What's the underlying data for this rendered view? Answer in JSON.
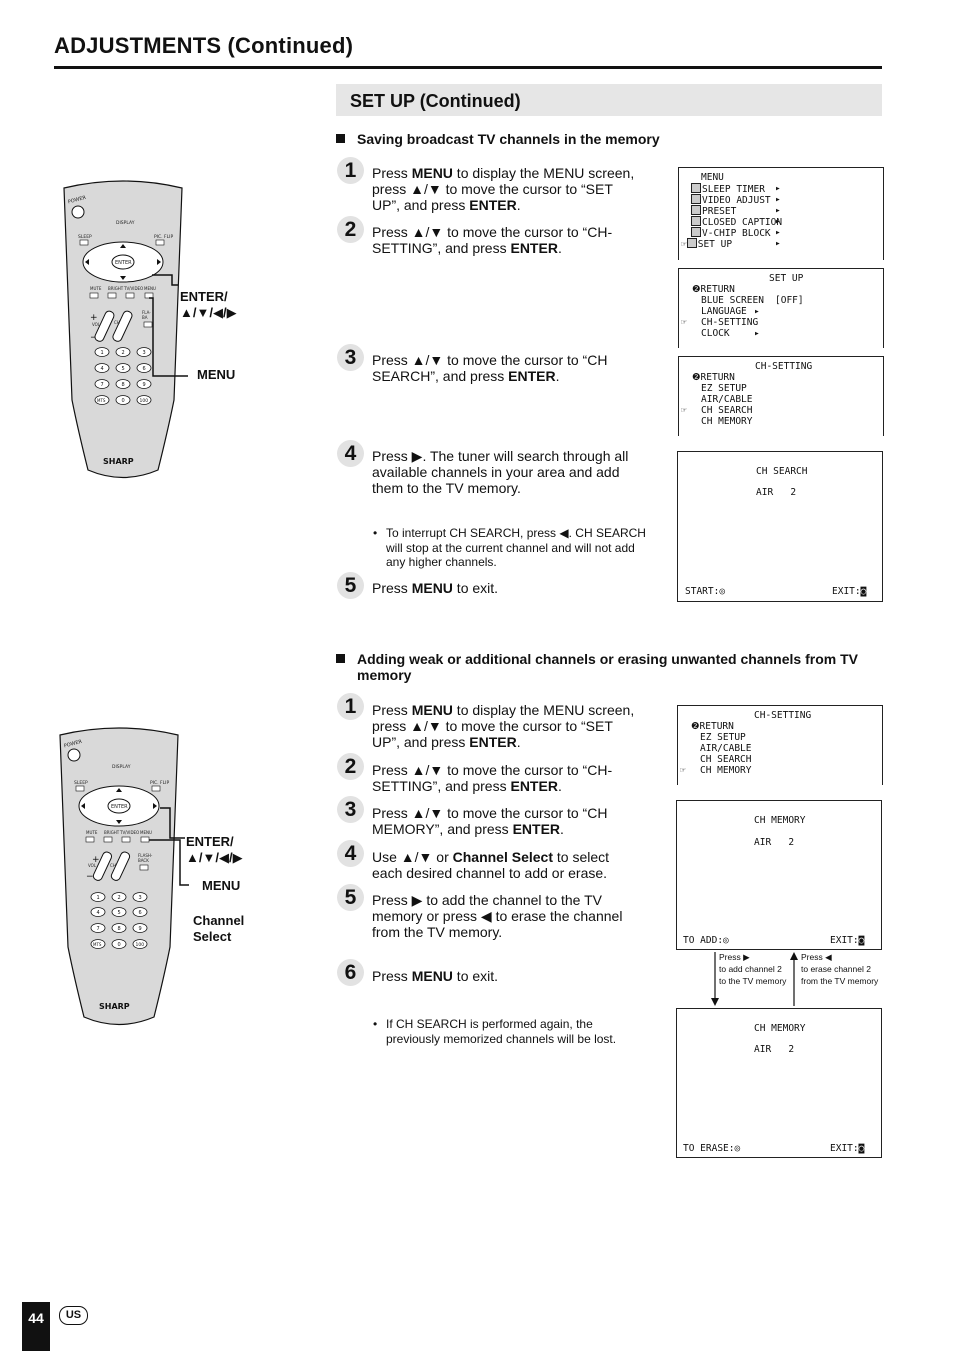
{
  "header": {
    "title": "ADJUSTMENTS (Continued)"
  },
  "section": {
    "title": "SET UP (Continued)"
  },
  "part1": {
    "heading": "Saving broadcast TV channels in the memory",
    "steps": [
      {
        "num": "1",
        "a": "Press ",
        "b": "MENU",
        "c": " to display the MENU screen, press ▲/▼ to move the cursor to “SET UP”, and press ",
        "d": "ENTER",
        "e": "."
      },
      {
        "num": "2",
        "a": "Press ▲/▼ to move the cursor to “CH-SETTING”, and press ",
        "b": "ENTER",
        "c": "."
      },
      {
        "num": "3",
        "a": "Press ▲/▼ to move the cursor to “CH SEARCH”, and press ",
        "b": "ENTER",
        "c": "."
      },
      {
        "num": "4",
        "a": "Press ▶. The tuner will search through all available channels in your area and add them to the TV memory."
      },
      {
        "num": "5",
        "a": "Press ",
        "b": "MENU",
        "c": " to exit."
      }
    ],
    "bullet": "To interrupt CH SEARCH, press ◀. CH SEARCH will stop at the current channel and will not add any higher channels."
  },
  "part2": {
    "heading": "Adding weak or additional channels or erasing unwanted channels from TV memory",
    "steps": [
      {
        "num": "1",
        "a": "Press ",
        "b": "MENU",
        "c": " to display the MENU screen, press ▲/▼ to move the cursor to “SET UP”, and press ",
        "d": "ENTER",
        "e": "."
      },
      {
        "num": "2",
        "a": "Press ▲/▼ to move the cursor to “CH-SETTING”, and press ",
        "b": "ENTER",
        "c": "."
      },
      {
        "num": "3",
        "a": "Press ▲/▼ to move the cursor to “CH MEMORY”, and press ",
        "b": "ENTER",
        "c": "."
      },
      {
        "num": "4",
        "a": "Use ▲/▼ or ",
        "b": "Channel Select",
        "c": " to select each desired channel to add or erase."
      },
      {
        "num": "5",
        "a": "Press ▶ to add the channel to the TV memory or press ◀ to erase the channel from the TV memory."
      },
      {
        "num": "6",
        "a": "Press ",
        "b": "MENU",
        "c": " to exit."
      }
    ],
    "bullet": "If CH SEARCH is performed again, the previously memorized channels will be lost."
  },
  "screens": {
    "menu": {
      "title": "MENU",
      "items": [
        "SLEEP TIMER",
        "VIDEO ADJUST",
        "PRESET",
        "CLOSED CAPTION",
        "V-CHIP BLOCK",
        "SET UP"
      ]
    },
    "setup": {
      "title": "SET UP",
      "items": [
        "RETURN",
        "BLUE SCREEN",
        "LANGUAGE",
        "CH-SETTING",
        "CLOCK"
      ],
      "blue_value": "[OFF]"
    },
    "chsetting": {
      "title": "CH-SETTING",
      "items": [
        "RETURN",
        "EZ SETUP",
        "AIR/CABLE",
        "CH SEARCH",
        "CH MEMORY"
      ]
    },
    "chsearch": {
      "title": "CH SEARCH",
      "channel": "AIR   2",
      "start": "START:",
      "exit": "EXIT:"
    },
    "chmemory_add": {
      "title": "CH MEMORY",
      "channel": "AIR   2",
      "left": "TO ADD:",
      "exit": "EXIT:"
    },
    "chmemory_erase": {
      "title": "CH MEMORY",
      "channel": "AIR   2",
      "left": "TO ERASE:",
      "exit": "EXIT:"
    },
    "arrow_note_add": "Press ▶\nto add channel 2\nto the TV memory",
    "arrow_note_erase": "Press ◀\nto erase channel 2\nfrom the TV memory"
  },
  "remote": {
    "brand": "SHARP",
    "labels_top": {
      "power": "POWER",
      "display": "DISPLAY",
      "sleep": "SLEEP",
      "picflip": "PIC. FLIP",
      "enter": "ENTER",
      "mute": "MUTE",
      "bright": "BRIGHT",
      "tvvideo": "TV/VIDEO",
      "menu": "MENU",
      "vol": "VOL",
      "ch": "CH",
      "flashback": "FLASH-BACK",
      "mts": "MTS",
      "hundred": "100"
    },
    "keys": [
      "1",
      "2",
      "3",
      "4",
      "5",
      "6",
      "7",
      "8",
      "9",
      "0"
    ],
    "callout_enter": "ENTER/\n▲/▼/◀/▶",
    "callout_menu": "MENU",
    "callout_channel": "Channel\nSelect"
  },
  "footer": {
    "page": "44",
    "region": "US"
  }
}
